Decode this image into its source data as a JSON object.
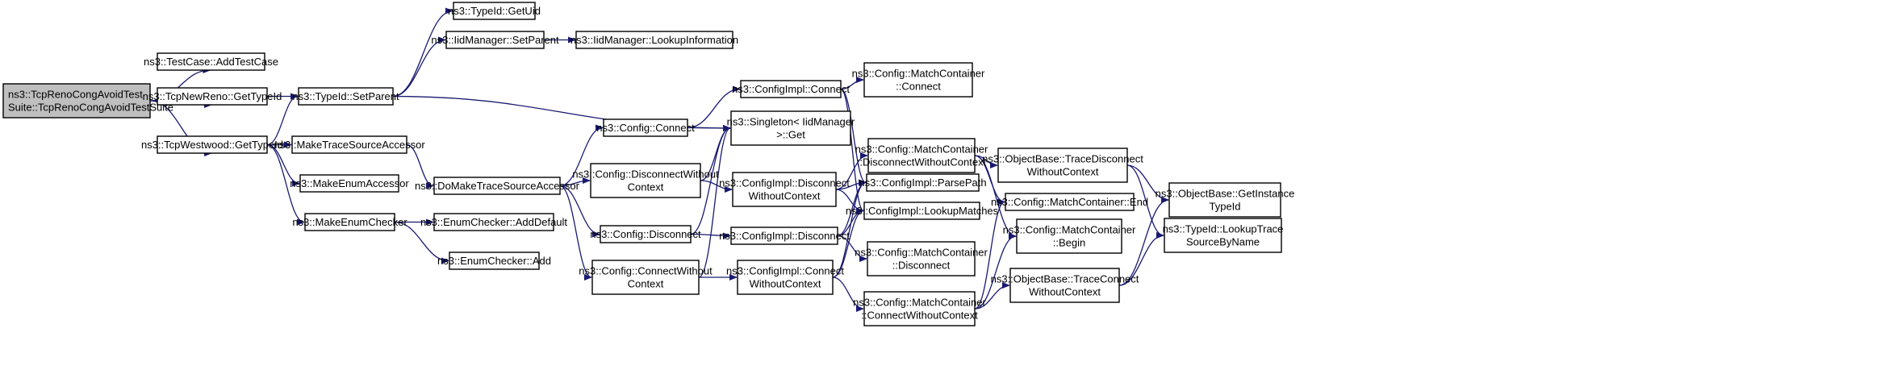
{
  "diagram": {
    "edge_color": "#191970",
    "root_fill": "#bfbfbf",
    "nodes": [
      {
        "id": "n0",
        "lines": [
          "ns3::TcpRenoCongAvoidTest",
          "Suite::TcpRenoCongAvoidTestSuite"
        ],
        "root": true
      },
      {
        "id": "n1",
        "lines": [
          "ns3::TestCase::AddTestCase"
        ]
      },
      {
        "id": "n2",
        "lines": [
          "ns3::TcpNewReno::GetTypeId"
        ]
      },
      {
        "id": "n3",
        "lines": [
          "ns3::TcpWestwood::GetTypeId"
        ]
      },
      {
        "id": "n4",
        "lines": [
          "ns3::TypeId::SetParent"
        ]
      },
      {
        "id": "n5",
        "lines": [
          "ns3::TypeId::GetUid"
        ]
      },
      {
        "id": "n6",
        "lines": [
          "ns3::IidManager::SetParent"
        ]
      },
      {
        "id": "n7",
        "lines": [
          "ns3::IidManager::LookupInformation"
        ]
      },
      {
        "id": "n8",
        "lines": [
          "ns3::MakeTraceSourceAccessor"
        ]
      },
      {
        "id": "n9",
        "lines": [
          "ns3::MakeEnumAccessor"
        ]
      },
      {
        "id": "n10",
        "lines": [
          "ns3::MakeEnumChecker"
        ]
      },
      {
        "id": "n11",
        "lines": [
          "ns3::DoMakeTraceSourceAccessor"
        ]
      },
      {
        "id": "n12",
        "lines": [
          "ns3::EnumChecker::AddDefault"
        ]
      },
      {
        "id": "n13",
        "lines": [
          "ns3::EnumChecker::Add"
        ]
      },
      {
        "id": "n14",
        "lines": [
          "ns3::Config::Connect"
        ]
      },
      {
        "id": "n15",
        "lines": [
          "ns3::Config::DisconnectWithout",
          "Context"
        ]
      },
      {
        "id": "n16",
        "lines": [
          "ns3::Config::Disconnect"
        ]
      },
      {
        "id": "n17",
        "lines": [
          "ns3::Config::ConnectWithout",
          "Context"
        ]
      },
      {
        "id": "n18",
        "lines": [
          "ns3::ConfigImpl::Connect"
        ]
      },
      {
        "id": "n19",
        "lines": [
          "ns3::Singleton< IidManager",
          ">::Get"
        ]
      },
      {
        "id": "n20",
        "lines": [
          "ns3::ConfigImpl::Disconnect",
          "WithoutContext"
        ]
      },
      {
        "id": "n21",
        "lines": [
          "ns3::ConfigImpl::Disconnect"
        ]
      },
      {
        "id": "n22",
        "lines": [
          "ns3::ConfigImpl::Connect",
          "WithoutContext"
        ]
      },
      {
        "id": "n23",
        "lines": [
          "ns3::Config::MatchContainer",
          "::Connect"
        ]
      },
      {
        "id": "n24",
        "lines": [
          "ns3::Config::MatchContainer",
          "::DisconnectWithoutContext"
        ]
      },
      {
        "id": "n25",
        "lines": [
          "ns3::ConfigImpl::ParsePath"
        ]
      },
      {
        "id": "n26",
        "lines": [
          "ns3::ConfigImpl::LookupMatches"
        ]
      },
      {
        "id": "n27",
        "lines": [
          "ns3::Config::MatchContainer",
          "::Disconnect"
        ]
      },
      {
        "id": "n28",
        "lines": [
          "ns3::Config::MatchContainer",
          "::ConnectWithoutContext"
        ]
      },
      {
        "id": "n29",
        "lines": [
          "ns3::Config::MatchContainer::End"
        ]
      },
      {
        "id": "n30",
        "lines": [
          "ns3::Config::MatchContainer",
          "::Begin"
        ]
      },
      {
        "id": "n31",
        "lines": [
          "ns3::ObjectBase::TraceDisconnect",
          "WithoutContext"
        ]
      },
      {
        "id": "n32",
        "lines": [
          "ns3::ObjectBase::TraceConnect",
          "WithoutContext"
        ]
      },
      {
        "id": "n33",
        "lines": [
          "ns3::ObjectBase::GetInstance",
          "TypeId"
        ]
      },
      {
        "id": "n34",
        "lines": [
          "ns3::TypeId::LookupTrace",
          "SourceByName"
        ]
      }
    ],
    "edges": [
      [
        "n0",
        "n1"
      ],
      [
        "n0",
        "n2"
      ],
      [
        "n0",
        "n3"
      ],
      [
        "n2",
        "n4"
      ],
      [
        "n3",
        "n4"
      ],
      [
        "n3",
        "n8"
      ],
      [
        "n3",
        "n9"
      ],
      [
        "n3",
        "n10"
      ],
      [
        "n4",
        "n5"
      ],
      [
        "n4",
        "n6"
      ],
      [
        "n4",
        "n19"
      ],
      [
        "n6",
        "n7"
      ],
      [
        "n8",
        "n11"
      ],
      [
        "n10",
        "n12"
      ],
      [
        "n10",
        "n13"
      ],
      [
        "n11",
        "n14"
      ],
      [
        "n11",
        "n15"
      ],
      [
        "n11",
        "n16"
      ],
      [
        "n11",
        "n17"
      ],
      [
        "n14",
        "n18"
      ],
      [
        "n14",
        "n19"
      ],
      [
        "n15",
        "n19"
      ],
      [
        "n15",
        "n20"
      ],
      [
        "n16",
        "n19"
      ],
      [
        "n16",
        "n21"
      ],
      [
        "n17",
        "n19"
      ],
      [
        "n17",
        "n22"
      ],
      [
        "n18",
        "n23"
      ],
      [
        "n18",
        "n25"
      ],
      [
        "n18",
        "n26"
      ],
      [
        "n20",
        "n24"
      ],
      [
        "n20",
        "n25"
      ],
      [
        "n20",
        "n26"
      ],
      [
        "n21",
        "n25"
      ],
      [
        "n21",
        "n26"
      ],
      [
        "n21",
        "n27"
      ],
      [
        "n22",
        "n25"
      ],
      [
        "n22",
        "n26"
      ],
      [
        "n22",
        "n28"
      ],
      [
        "n24",
        "n29"
      ],
      [
        "n24",
        "n30"
      ],
      [
        "n24",
        "n31"
      ],
      [
        "n28",
        "n29"
      ],
      [
        "n28",
        "n30"
      ],
      [
        "n28",
        "n32"
      ],
      [
        "n31",
        "n33"
      ],
      [
        "n31",
        "n34"
      ],
      [
        "n32",
        "n33"
      ],
      [
        "n32",
        "n34"
      ]
    ]
  }
}
